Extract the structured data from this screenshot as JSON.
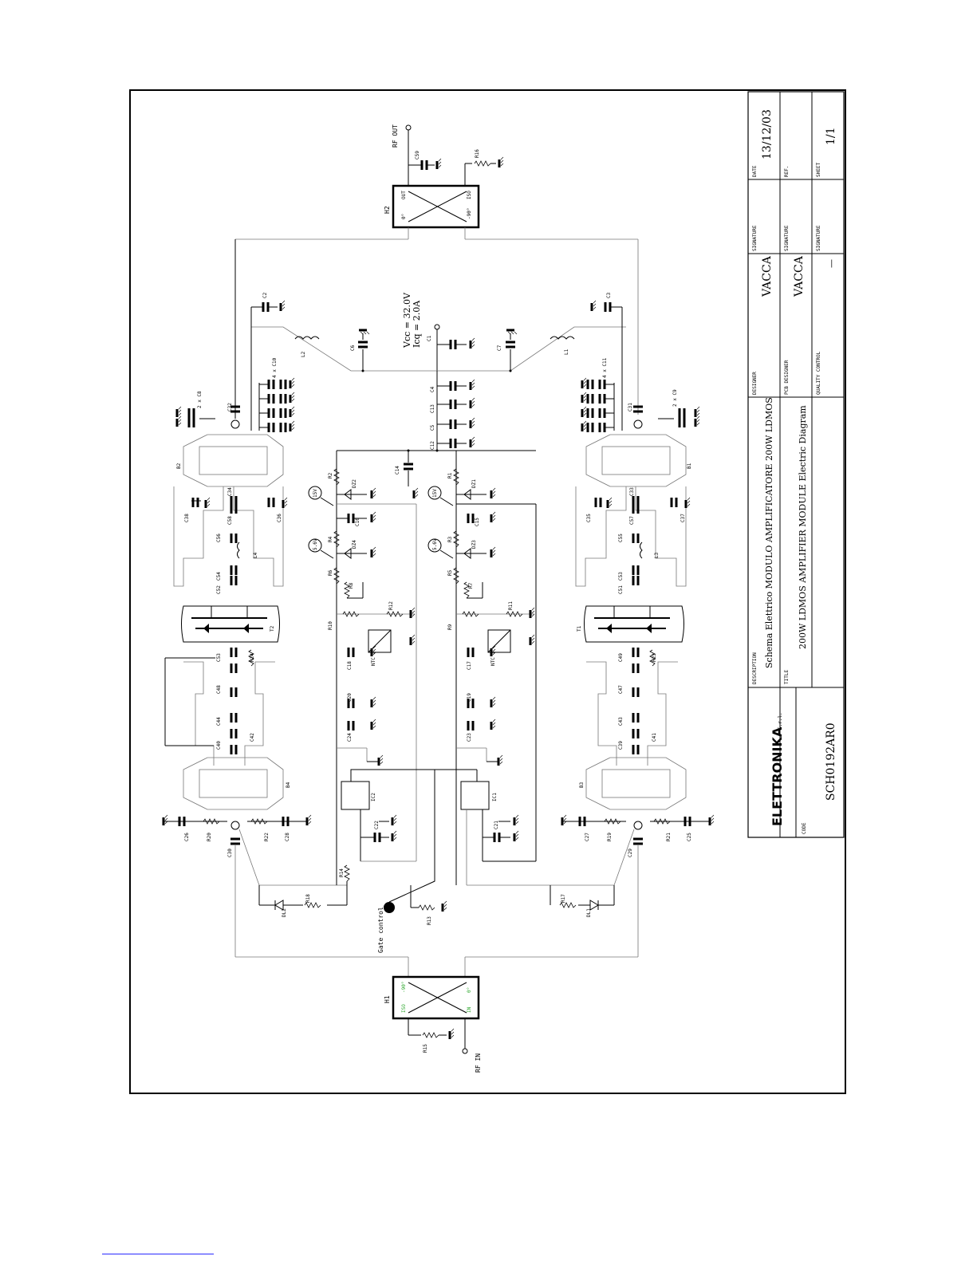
{
  "diagram": {
    "rf_out": "RF OUT",
    "rf_in": "RF IN",
    "gate_control": "Gate control",
    "vcc": "Vcc = 32.0V",
    "icq": "Icq = 2.0A",
    "hybrid_out": {
      "ref": "H2",
      "p0": "0°",
      "p90": "-90°",
      "out": "OUT",
      "iso": "ISO"
    },
    "hybrid_in": {
      "ref": "H1",
      "p0": "0°",
      "p90": "-90°",
      "in": "IN",
      "iso": "ISO"
    },
    "transistors": [
      "T1",
      "T2"
    ],
    "baluns": [
      "B1",
      "B2",
      "B3",
      "B4"
    ],
    "ics": [
      "IC1",
      "IC2"
    ],
    "ntc": [
      "NTC 1",
      "NTC 2"
    ],
    "leds": [
      "DL1",
      "DL2"
    ],
    "zener_voltages": [
      "15V",
      "15V",
      "5.6V",
      "5.6V"
    ],
    "multi_caps": [
      "4 x C10",
      "4 x C11",
      "2 x C8",
      "2 x C9"
    ],
    "inductors": [
      "L1",
      "L2",
      "L3",
      "L4"
    ],
    "diodes": [
      "DZ1",
      "DZ2",
      "DZ3",
      "DZ4"
    ]
  },
  "title_block": {
    "date_label": "DATE",
    "date": "13/12/03",
    "ref_label": "REF.",
    "sheet_label": "SHEET",
    "sheet": "1/1",
    "signature_label": "SIGNATURE",
    "designer_label": "DESIGNER",
    "designer": "VACCA",
    "pcb_designer_label": "PCB DESIGNER",
    "pcb_designer": "VACCA",
    "quality_label": "QUALITY CONTROL",
    "quality": "—",
    "description_label": "DESCRIPTION",
    "description": "Schema Elettrico MODULO AMPLIFICATORE 200W LDMOS",
    "title_label": "TITLE",
    "title": "200W LDMOS AMPLIFIER MODULE Electric Diagram",
    "code_label": "CODE",
    "code": "SCH0192AR0",
    "logo": "ELETTRONIKA",
    "logo_suffix": "S.r.l."
  }
}
